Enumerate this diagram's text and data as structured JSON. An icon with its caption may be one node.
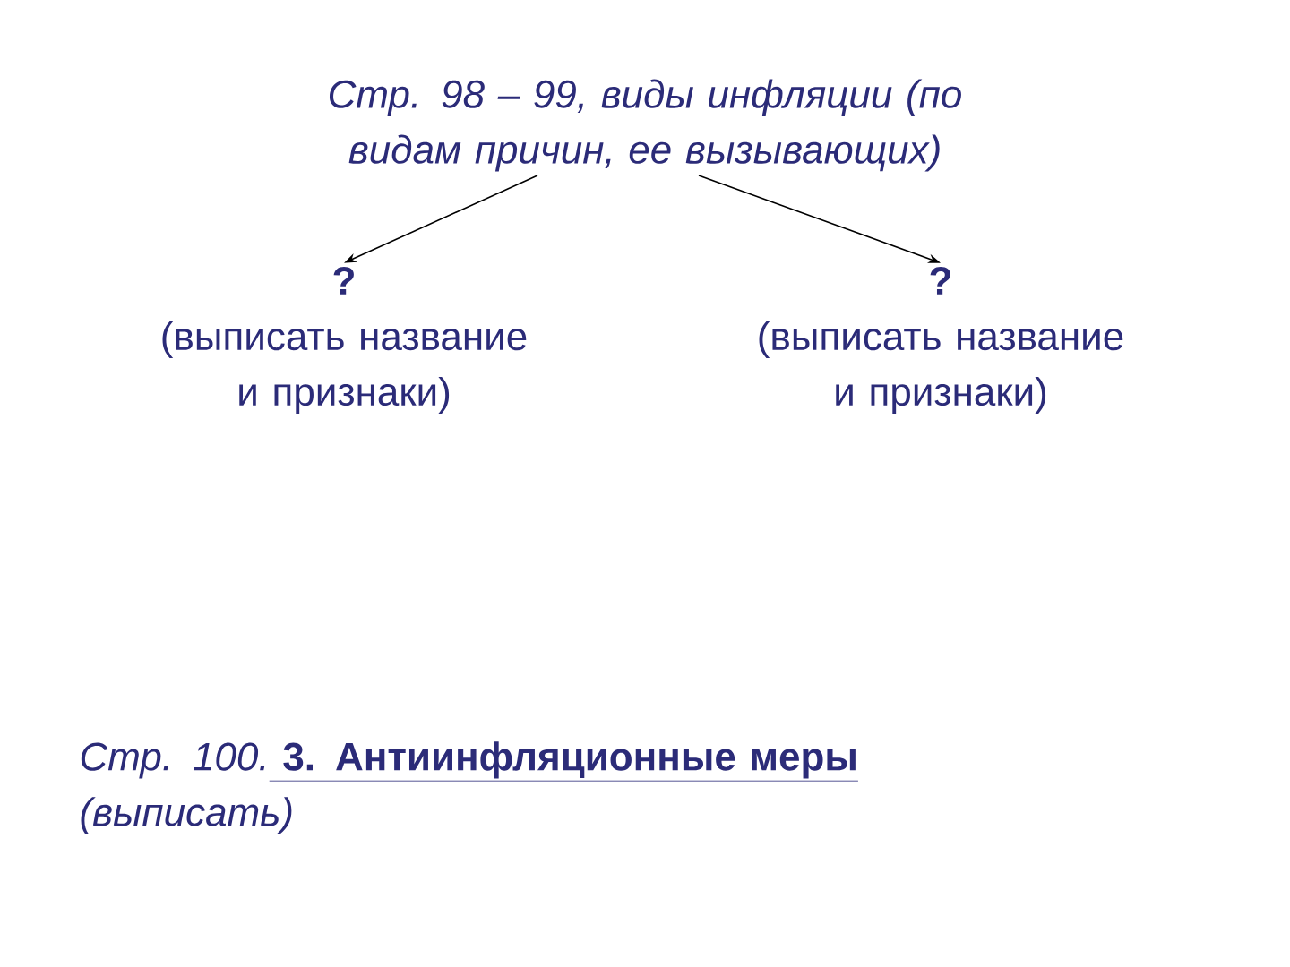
{
  "diagram": {
    "nodes": [
      {
        "text": [
          "Стр. 98 – 99, виды инфляции (по видам причин, ее вызывающих)"
        ]
      },
      {
        "text": [
          "?",
          "(выписать название и признаки)"
        ]
      },
      {
        "text": [
          "?",
          "(выписать название и признаки)"
        ]
      }
    ],
    "edges": [
      {
        "from": 0,
        "to": 1,
        "arrow": "to"
      },
      {
        "from": 0,
        "to": 2,
        "arrow": "to"
      }
    ],
    "labels": [
      "Стр. 100.",
      "3. Антиинфляционные меры",
      "(выписать)"
    ]
  }
}
